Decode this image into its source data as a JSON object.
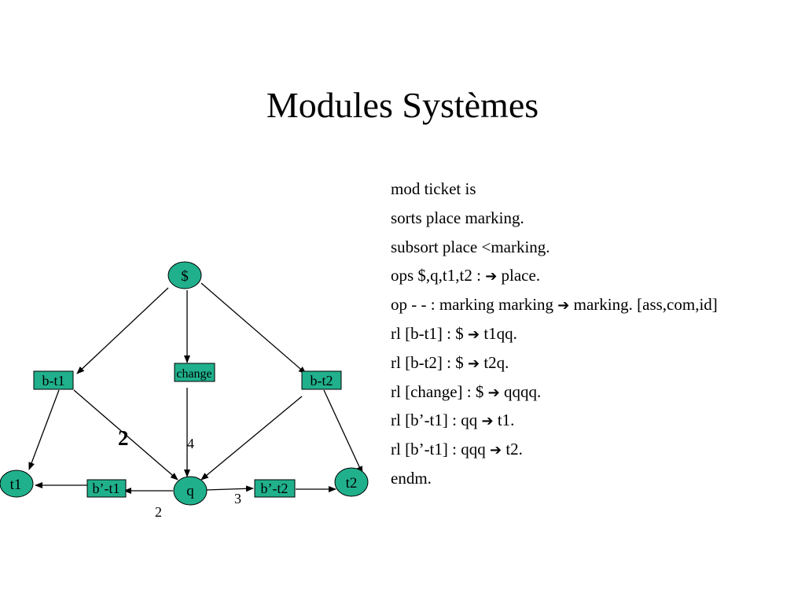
{
  "title": "Modules Systèmes",
  "code_lines": [
    {
      "before": "mod ticket is",
      "after": ""
    },
    {
      "before": "sorts place marking.",
      "after": ""
    },
    {
      "before": "subsort place <marking.",
      "after": ""
    },
    {
      "before": "ops $,q,t1,t2 : ",
      "arrow": "➔",
      "after": " place."
    },
    {
      "before": "op - - : marking marking ",
      "arrow": "➔",
      "after": " marking. [ass,com,id]"
    },
    {
      "before": "rl [b-t1] : $ ",
      "arrow": "➔",
      "after": " t1qq."
    },
    {
      "before": "rl [b-t2] : $ ",
      "arrow": "➔",
      "after": " t2q."
    },
    {
      "before": "rl [change] : $ ",
      "arrow": "➔",
      "after": " qqqq."
    },
    {
      "before": "rl [b’-t1] : qq ",
      "arrow": "➔",
      "after": " t1."
    },
    {
      "before": "rl [b’-t1] : qqq ",
      "arrow": "➔",
      "after": " t2."
    },
    {
      "before": "endm.",
      "after": ""
    }
  ],
  "diagram": {
    "places": {
      "dollar": "$",
      "t1": "t1",
      "q": "q",
      "t2": "t2"
    },
    "transitions": {
      "b_t1": "b-t1",
      "change": "change",
      "b_t2": "b-t2",
      "bp_t1": "b’-t1",
      "bp_t2": "b’-t2"
    },
    "weights": {
      "bt1_q": "2",
      "change_q": "4",
      "q_bpt1": "2",
      "q_bpt2": "3"
    }
  },
  "colors": {
    "node_fill": "#20B08C",
    "stroke": "#000000"
  }
}
